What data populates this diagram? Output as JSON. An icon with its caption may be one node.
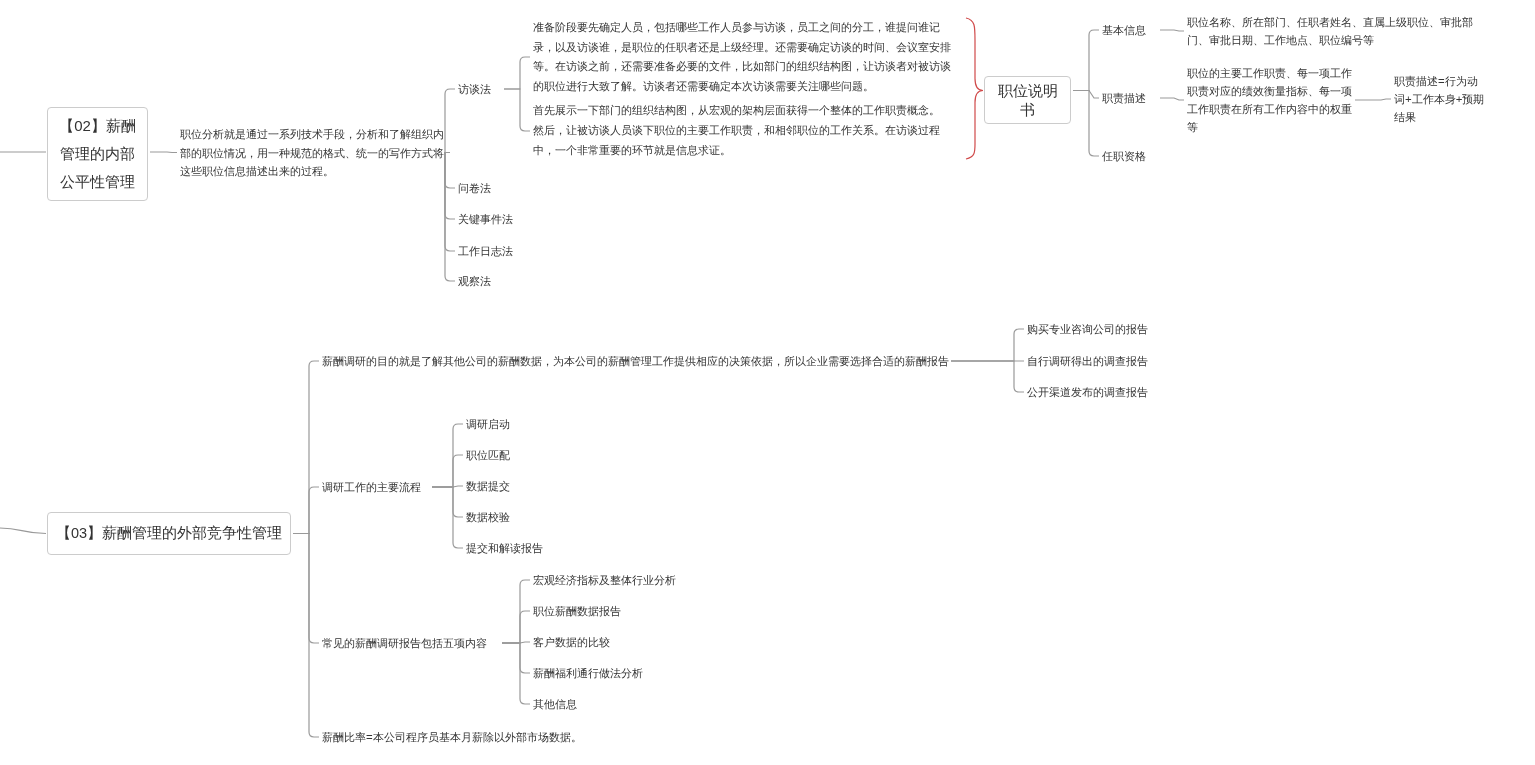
{
  "diagram": {
    "nodes": [
      {
        "text": [
          "【02】薪酬管理的内部公平性管理"
        ]
      },
      {
        "text": [
          "职位分析就是通过一系列技术手段，分析和了解组织内部的职位情况，用一种规范的格式、统一的写作方式将这些职位信息描述出来的过程。"
        ]
      },
      {
        "text": [
          "访谈法"
        ]
      },
      {
        "text": [
          "准备阶段要先确定人员，包括哪些工作人员参与访谈，员工之间的分工，谁提问谁记录，以及访谈谁，是职位的任职者还是上级经理。还需要确定访谈的时间、会议室安排等。在访谈之前，还需要准备必要的文件，比如部门的组织结构图，让访谈者对被访谈的职位进行大致了解。访谈者还需要确定本次访谈需要关注哪些问题。"
        ]
      },
      {
        "text": [
          "首先展示一下部门的组织结构图，从宏观的架构层面获得一个整体的工作职责概念。然后，让被访谈人员谈下职位的主要工作职责，和相邻职位的工作关系。在访谈过程中，一个非常重要的环节就是信息求证。"
        ]
      },
      {
        "text": [
          "职位说明书"
        ]
      },
      {
        "text": [
          "基本信息"
        ]
      },
      {
        "text": [
          "职位名称、所在部门、任职者姓名、直属上级职位、审批部门、审批日期、工作地点、职位编号等"
        ]
      },
      {
        "text": [
          "职责描述"
        ]
      },
      {
        "text": [
          "职位的主要工作职责、每一项工作职责对应的绩效衡量指标、每一项工作职责在所有工作内容中的权重等"
        ]
      },
      {
        "text": [
          "职责描述=行为动词+工作本身+预期结果"
        ]
      },
      {
        "text": [
          "任职资格"
        ]
      },
      {
        "text": [
          "问卷法"
        ]
      },
      {
        "text": [
          "关键事件法"
        ]
      },
      {
        "text": [
          "工作日志法"
        ]
      },
      {
        "text": [
          "观察法"
        ]
      },
      {
        "text": [
          "【03】薪酬管理的外部竞争性管理"
        ]
      },
      {
        "text": [
          "薪酬调研的目的就是了解其他公司的薪酬数据，为本公司的薪酬管理工作提供相应的决策依据，所以企业需要选择合适的薪酬报告"
        ]
      },
      {
        "text": [
          "购买专业咨询公司的报告"
        ]
      },
      {
        "text": [
          "自行调研得出的调查报告"
        ]
      },
      {
        "text": [
          "公开渠道发布的调查报告"
        ]
      },
      {
        "text": [
          "调研工作的主要流程"
        ]
      },
      {
        "text": [
          "调研启动"
        ]
      },
      {
        "text": [
          "职位匹配"
        ]
      },
      {
        "text": [
          "数据提交"
        ]
      },
      {
        "text": [
          "数据校验"
        ]
      },
      {
        "text": [
          "提交和解读报告"
        ]
      },
      {
        "text": [
          "常见的薪酬调研报告包括五项内容"
        ]
      },
      {
        "text": [
          "宏观经济指标及整体行业分析"
        ]
      },
      {
        "text": [
          "职位薪酬数据报告"
        ]
      },
      {
        "text": [
          "客户数据的比较"
        ]
      },
      {
        "text": [
          "薪酬福利通行做法分析"
        ]
      },
      {
        "text": [
          "其他信息"
        ]
      },
      {
        "text": [
          "薪酬比率=本公司程序员基本月薪除以外部市场数据。"
        ]
      }
    ],
    "edges": [
      {
        "from": null,
        "to": 0,
        "arrow": "none"
      },
      {
        "from": 0,
        "to": 1,
        "arrow": "none"
      },
      {
        "from": 1,
        "to": 2,
        "arrow": "none"
      },
      {
        "from": 2,
        "to": 3,
        "arrow": "none"
      },
      {
        "from": 2,
        "to": 4,
        "arrow": "none"
      },
      {
        "from": 3,
        "to": 5,
        "arrow": "none",
        "color": "#d04a4a"
      },
      {
        "from": 4,
        "to": 5,
        "arrow": "none",
        "color": "#d04a4a"
      },
      {
        "from": 5,
        "to": 6,
        "arrow": "none"
      },
      {
        "from": 5,
        "to": 8,
        "arrow": "none"
      },
      {
        "from": 5,
        "to": 11,
        "arrow": "none"
      },
      {
        "from": 6,
        "to": 7,
        "arrow": "none"
      },
      {
        "from": 8,
        "to": 9,
        "arrow": "none"
      },
      {
        "from": 9,
        "to": 10,
        "arrow": "none"
      },
      {
        "from": 1,
        "to": 12,
        "arrow": "none"
      },
      {
        "from": 1,
        "to": 13,
        "arrow": "none"
      },
      {
        "from": 1,
        "to": 14,
        "arrow": "none"
      },
      {
        "from": 1,
        "to": 15,
        "arrow": "none"
      },
      {
        "from": null,
        "to": 16,
        "arrow": "none"
      },
      {
        "from": 16,
        "to": 17,
        "arrow": "none"
      },
      {
        "from": 17,
        "to": 18,
        "arrow": "none"
      },
      {
        "from": 17,
        "to": 19,
        "arrow": "none"
      },
      {
        "from": 17,
        "to": 20,
        "arrow": "none"
      },
      {
        "from": 16,
        "to": 21,
        "arrow": "none"
      },
      {
        "from": 21,
        "to": 22,
        "arrow": "none"
      },
      {
        "from": 21,
        "to": 23,
        "arrow": "none"
      },
      {
        "from": 21,
        "to": 24,
        "arrow": "none"
      },
      {
        "from": 21,
        "to": 25,
        "arrow": "none"
      },
      {
        "from": 21,
        "to": 26,
        "arrow": "none"
      },
      {
        "from": 16,
        "to": 27,
        "arrow": "none"
      },
      {
        "from": 27,
        "to": 28,
        "arrow": "none"
      },
      {
        "from": 27,
        "to": 29,
        "arrow": "none"
      },
      {
        "from": 27,
        "to": 30,
        "arrow": "none"
      },
      {
        "from": 27,
        "to": 31,
        "arrow": "none"
      },
      {
        "from": 27,
        "to": 32,
        "arrow": "none"
      },
      {
        "from": 16,
        "to": 33,
        "arrow": "none"
      }
    ]
  }
}
